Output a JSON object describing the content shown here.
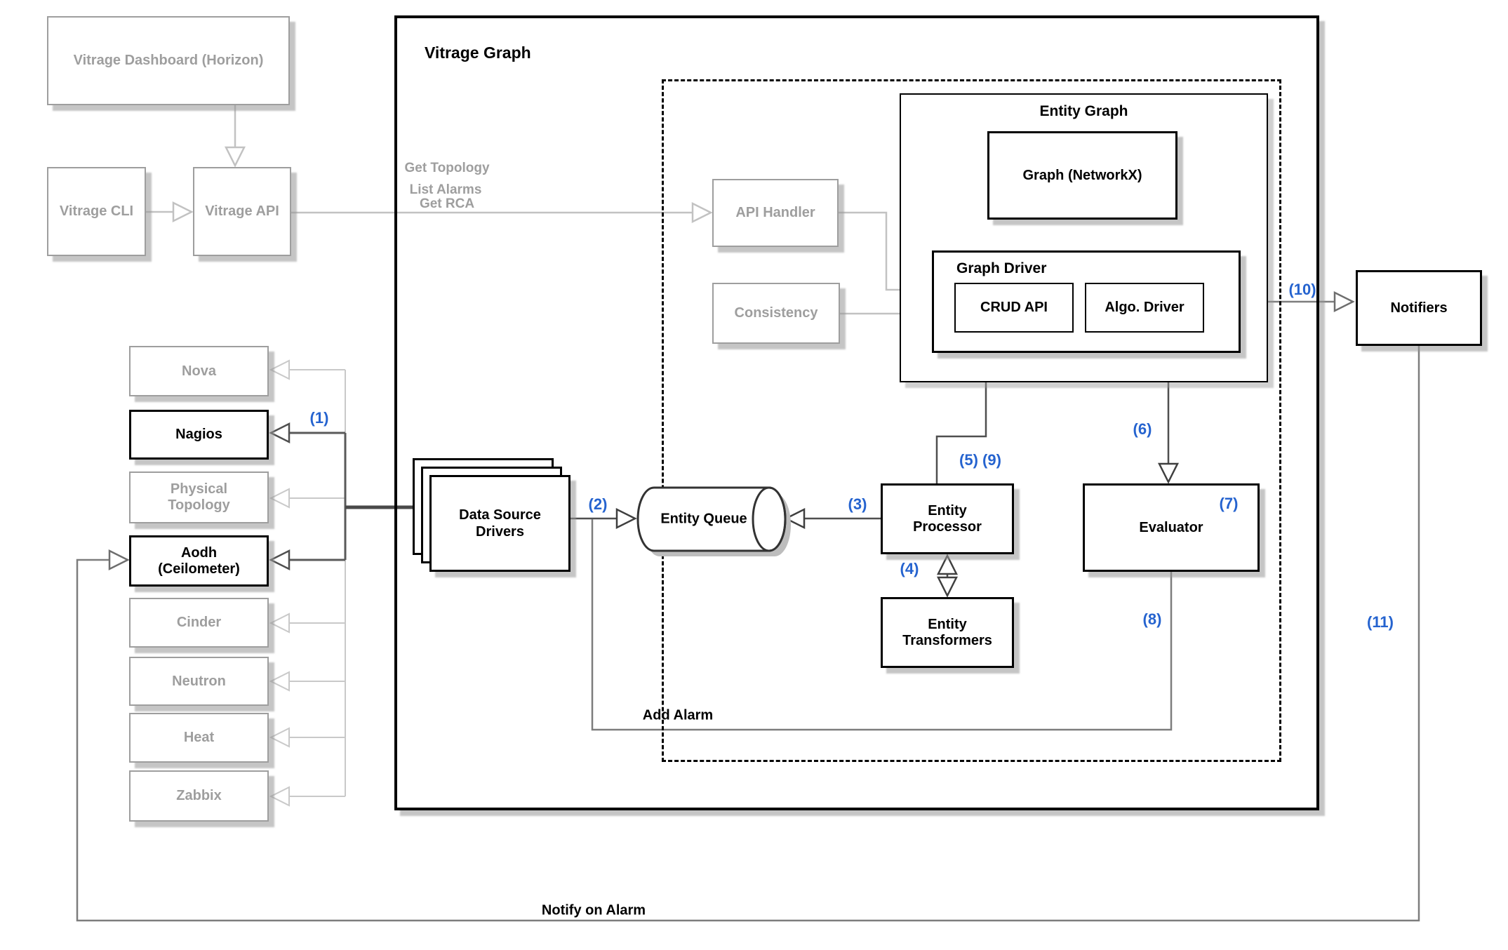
{
  "palette": {
    "accent_blue": "#2563cf",
    "inactive_gray": "#9e9e9e",
    "active_black": "#000000",
    "wire_light": "#c2c2c2",
    "wire_dark": "#4f4f4f",
    "wire_mid": "#7d7d7d",
    "shadow": "#b9b9b9"
  },
  "external": {
    "dashboard": {
      "label": "Vitrage Dashboard (Horizon)"
    },
    "cli": {
      "label": "Vitrage CLI"
    },
    "api": {
      "label": "Vitrage API"
    },
    "api_calls": {
      "line1": "Get Topology",
      "line2": "List Alarms",
      "line3": "Get RCA"
    },
    "notifiers": {
      "label": "Notifiers"
    }
  },
  "vitrage_graph": {
    "title": "Vitrage Graph",
    "api_handler": {
      "label": "API Handler"
    },
    "consistency": {
      "label": "Consistency"
    },
    "entity_graph": {
      "title": "Entity Graph",
      "graph_networkx": {
        "label": "Graph (NetworkX)"
      },
      "graph_driver": {
        "title": "Graph Driver",
        "crud_api": {
          "label": "CRUD API"
        },
        "algo_driver": {
          "label": "Algo. Driver"
        }
      }
    },
    "data_source_drivers": {
      "label": "Data Source Drivers"
    },
    "entity_queue": {
      "label": "Entity Queue"
    },
    "entity_processor": {
      "label": "Entity Processor"
    },
    "entity_transformers": {
      "label": "Entity Transformers"
    },
    "evaluator": {
      "label": "Evaluator"
    }
  },
  "data_sources": {
    "items": [
      {
        "label": "Nova",
        "active": false
      },
      {
        "label": "Nagios",
        "active": true
      },
      {
        "label": "Physical Topology",
        "active": false
      },
      {
        "label": "Aodh (Ceilometer)",
        "active": true
      },
      {
        "label": "Cinder",
        "active": false
      },
      {
        "label": "Neutron",
        "active": false
      },
      {
        "label": "Heat",
        "active": false
      },
      {
        "label": "Zabbix",
        "active": false
      }
    ]
  },
  "flow_labels": {
    "n1": "(1)",
    "n2": "(2)",
    "n3": "(3)",
    "n4": "(4)",
    "n5_9": "(5) (9)",
    "n6": "(6)",
    "n7": "(7)",
    "n8": "(8)",
    "n10": "(10)",
    "n11": "(11)"
  },
  "edge_labels": {
    "add_alarm": "Add Alarm",
    "notify_on_alarm": "Notify on Alarm"
  }
}
